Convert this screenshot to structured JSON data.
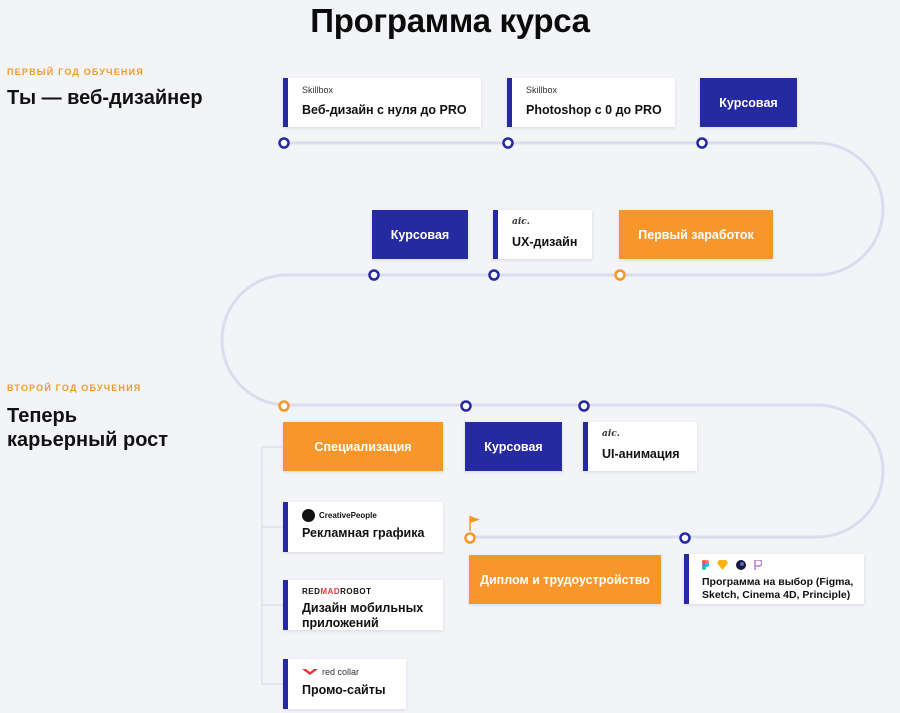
{
  "title": "Программа курса",
  "years": [
    {
      "label": "ПЕРВЫЙ ГОД ОБУЧЕНИЯ",
      "title": "Ты — веб-дизайнер"
    },
    {
      "label": "ВТОРОЙ ГОД ОБУЧЕНИЯ",
      "title_line1": "Теперь",
      "title_line2": "карьерный рост"
    }
  ],
  "row1": [
    {
      "sub": "Skillbox",
      "main": "Веб-дизайн с нуля до PRO"
    },
    {
      "sub": "Skillbox",
      "main": "Photoshop с 0 до PRO"
    },
    {
      "main": "Курсовая"
    }
  ],
  "row2": [
    {
      "main": "Курсовая"
    },
    {
      "sub": "aic.",
      "main": "UX-дизайн"
    },
    {
      "main": "Первый заработок"
    }
  ],
  "row3": [
    {
      "main": "Специализация"
    },
    {
      "main": "Курсовая"
    },
    {
      "sub": "aic.",
      "main": "UI-анимация"
    }
  ],
  "specializations": [
    {
      "logo": "CreativePeople",
      "main": "Рекламная графика"
    },
    {
      "logo_a": "RED",
      "logo_b": "MAD",
      "logo_c": "ROBOT",
      "main_line1": "Дизайн мобильных",
      "main_line2": "приложений"
    },
    {
      "logo": "red collar",
      "main": "Промо-сайты"
    }
  ],
  "row4": [
    {
      "main": "Диплом и трудоустройство"
    },
    {
      "main_line1": "Программа на выбор (Figma,",
      "main_line2": "Sketch, Cinema 4D, Principle)"
    }
  ],
  "colors": {
    "navy": "#252aa0",
    "orange": "#f7962b",
    "path": "#dcdcef",
    "background": "#f3f4f8"
  }
}
